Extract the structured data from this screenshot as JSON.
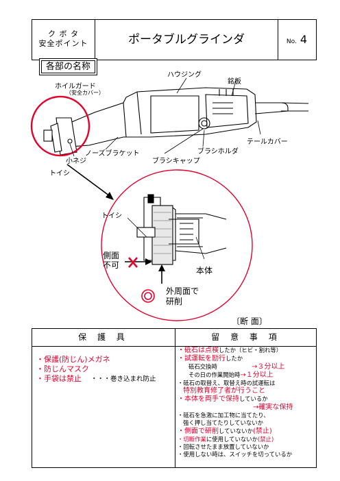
{
  "header": {
    "org_line1": "ク ボ タ",
    "org_line2": "安全ポイント",
    "title": "ポータブルグラインダ",
    "no_label": "No.",
    "no_value": "4"
  },
  "section_title": "各部の名称",
  "parts": {
    "housing": "ハウジング",
    "nameplate": "銘板",
    "wheel_guard": "ホイルガード",
    "wheel_guard_sub": "（安全カバー）",
    "nose_bracket": "ノーズブラケット",
    "small_screw": "小ネジ",
    "grinding_wheel": "トイシ",
    "brush_cap": "ブラシキャップ",
    "brush_holder": "ブラシホルダ",
    "tail_cover": "テールカバー"
  },
  "detail": {
    "wheel": "トイシ",
    "side_line1": "側面",
    "side_line2": "不可",
    "body": "本体",
    "outer_line1": "外周面で",
    "outer_line2": "研削",
    "cross_section": "〔断 面〕"
  },
  "table": {
    "col1_header": "保 護 具",
    "col2_header": "留 意 事 項",
    "protective": [
      {
        "main": "・保護(防じん)メガネ",
        "extra": ""
      },
      {
        "main": "・防じんマスク",
        "extra": ""
      },
      {
        "main": "・手袋は禁止",
        "extra": "・・・巻き込まれ防止"
      }
    ],
    "notes": {
      "n1_red": "・砥石は点検",
      "n1_black": "したか（ヒビ・割れ等）",
      "n2_red": "・試運転を励行",
      "n2_black": "したか",
      "n3_black": "砥石交換時",
      "n3_red": "→３分以上",
      "n4_black": "その日の作業開始時",
      "n4_red": "→１分以上",
      "n5": "・砥石の取替え、取替え時の試運転は",
      "n6": "特別教育修了者が行うこと",
      "n7_red": "・本体を両手で保持",
      "n7_black": "しているか",
      "n8": "→確実な保持",
      "n9": "・砥石を急激に加工物に当てたり、",
      "n10": "強く押し当てたりしていないか",
      "n11_red": "・側面で研削",
      "n11_black": "していないか",
      "n11_red2": "(禁止)",
      "n12_red": "・切断作業",
      "n12_black": "に使用していないか",
      "n12_red2": "(禁止)",
      "n13": "・回転させたまま放置していないか",
      "n14": "・使用しない時は、スイッチを切っているか"
    }
  },
  "colors": {
    "accent_red": "#e4002b"
  }
}
